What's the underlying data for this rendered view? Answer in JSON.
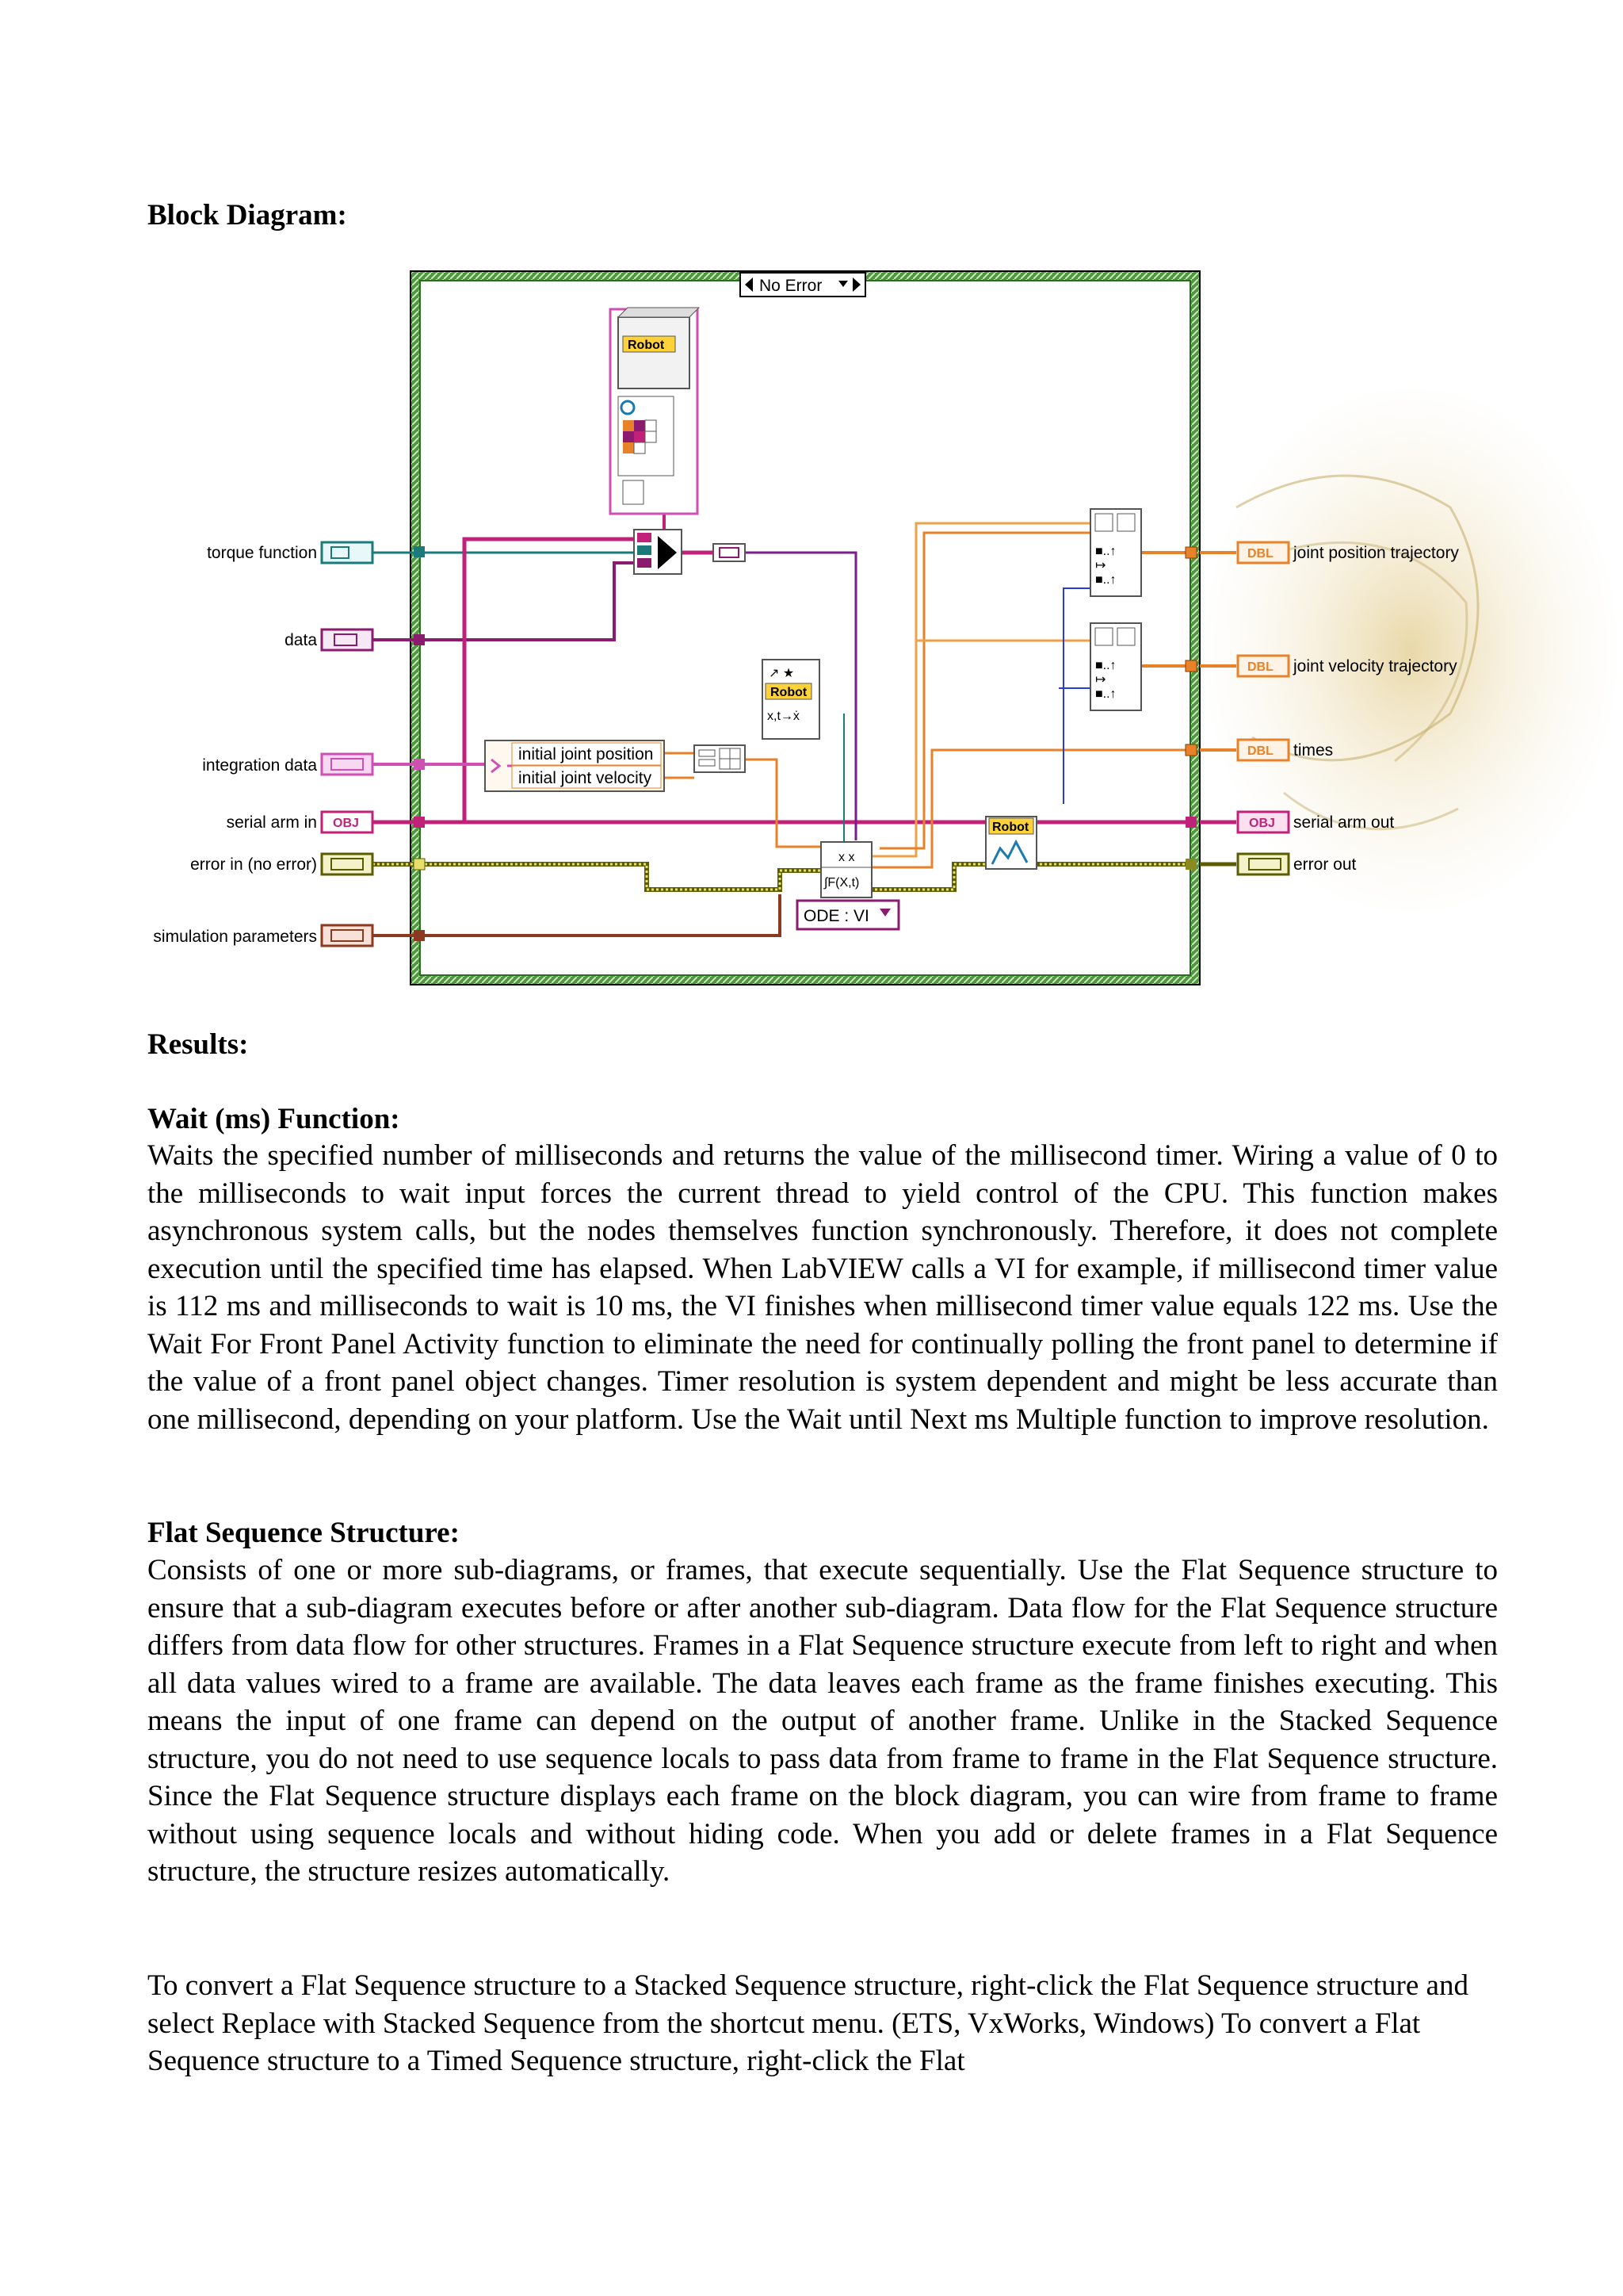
{
  "headings": {
    "block_diagram": "Block Diagram:",
    "results": "Results:",
    "wait_title": "Wait (ms) Function:",
    "flat_title": "Flat Sequence Structure:"
  },
  "diagram": {
    "case_selector": "No Error",
    "inputs": {
      "torque_function": "torque function",
      "data": "data",
      "integration_data": "integration data",
      "serial_arm_in": "serial arm in",
      "error_in": "error in (no error)",
      "simulation_parameters": "simulation parameters"
    },
    "outputs": {
      "joint_position_trajectory": "joint position trajectory",
      "joint_velocity_trajectory": "joint velocity trajectory",
      "times": "times",
      "serial_arm_out": "serial arm out",
      "error_out": "error out"
    },
    "tags": {
      "dbl": "DBL",
      "obj": "OBJ",
      "robot": "Robot"
    },
    "unbundle_fields": [
      "initial joint position",
      "initial joint velocity"
    ],
    "ode_selector": "ODE : VI",
    "ode_node_label": "∫F(X,t)",
    "robot_xt_label": "x,t→ẋ"
  },
  "wait_paragraph": "Waits the specified number of milliseconds and returns the value of the millisecond timer. Wiring a value of 0 to the milliseconds to wait input forces the current thread to yield control of the CPU. This function makes asynchronous system calls, but the nodes themselves function synchronously. Therefore, it does not complete execution until the specified time has elapsed. When LabVIEW calls a VI for example, if millisecond timer value is 112 ms and milliseconds to wait is 10 ms, the VI finishes when millisecond timer value equals 122 ms. Use the Wait For Front Panel Activity function to eliminate the need for continually polling the front panel to determine if the value of a front panel object changes. Timer resolution is system dependent and might be less accurate than one millisecond, depending on your platform. Use the Wait until Next ms Multiple function to improve resolution.",
  "flat_paragraph": "Consists of one or more sub-diagrams, or frames, that execute sequentially. Use the Flat Sequence structure to ensure that a sub-diagram executes before or after another sub-diagram. Data flow for the Flat Sequence structure differs from data flow for other structures. Frames in a Flat Sequence structure execute from left to right and when all data values wired to a frame are available. The data leaves each frame as the frame finishes executing. This means the input of one frame can depend on the output of another frame. Unlike in the Stacked Sequence structure, you do not need to use sequence locals to pass data from frame to frame in the Flat Sequence structure. Since the Flat Sequence structure displays each frame on the block diagram, you can wire from frame to frame without using sequence locals and without hiding code. When you add or delete frames in a Flat Sequence structure, the structure resizes automatically.",
  "convert_paragraph": "To convert a Flat Sequence structure to a Stacked Sequence structure, right-click the Flat Sequence structure and select Replace with Stacked Sequence from the shortcut menu. (ETS, VxWorks, Windows) To convert a Flat Sequence structure to a Timed Sequence structure, right-click the Flat"
}
